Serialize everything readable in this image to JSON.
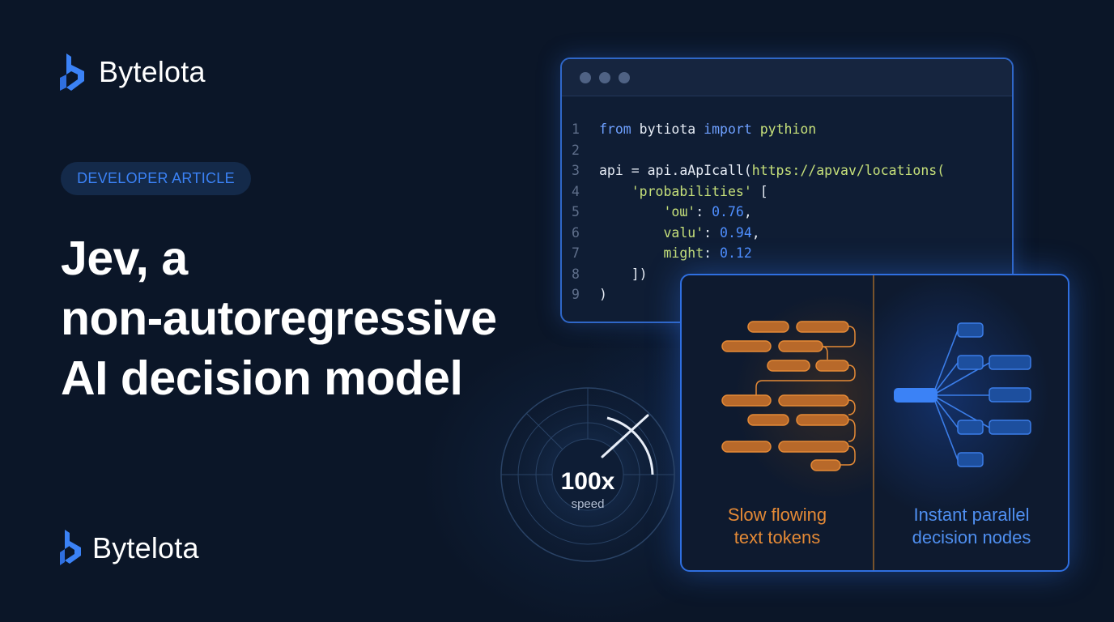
{
  "brand": {
    "name": "Bytelota",
    "accent": "#3b82f6"
  },
  "badge": {
    "label": "DEVELOPER ARTICLE"
  },
  "headline": {
    "lines": [
      "Jev, a",
      "non-autoregressive",
      "AI decision model"
    ]
  },
  "code": {
    "lines": [
      {
        "n": "1"
      },
      {
        "n": "2"
      },
      {
        "n": "3"
      },
      {
        "n": "4"
      },
      {
        "n": "5"
      },
      {
        "n": "6"
      },
      {
        "n": "7"
      },
      {
        "n": "8"
      },
      {
        "n": "9"
      }
    ],
    "tokens": {
      "l1_from": "from",
      "l1_mod": " bytiota ",
      "l1_import": "import",
      "l1_name": " pythion",
      "l3_a": "api = api.aApIcall(",
      "l3_url": "https://apvav/locations(",
      "l4_indent": "    ",
      "l4_str": "'probabilities'",
      "l4_end": " [",
      "l5_indent": "        ",
      "l5_key": "'oɯ'",
      "l5_colon": ": ",
      "l5_val": "0.76",
      "l5_end": ",",
      "l6_indent": "        ",
      "l6_key": "valu'",
      "l6_colon": ": ",
      "l6_val": "0.94",
      "l6_end": ",",
      "l7_indent": "        ",
      "l7_key": "might",
      "l7_colon": ": ",
      "l7_val": "0.12",
      "l8_text": "    ])",
      "l9_text": ")"
    }
  },
  "comparison": {
    "left_caption_1": "Slow flowing",
    "left_caption_2": "text tokens",
    "right_caption_1": "Instant parallel",
    "right_caption_2": "decision nodes",
    "left_color": "#e58a36",
    "right_color": "#4f8ff0"
  },
  "gauge": {
    "value": "100x",
    "label": "speed"
  }
}
